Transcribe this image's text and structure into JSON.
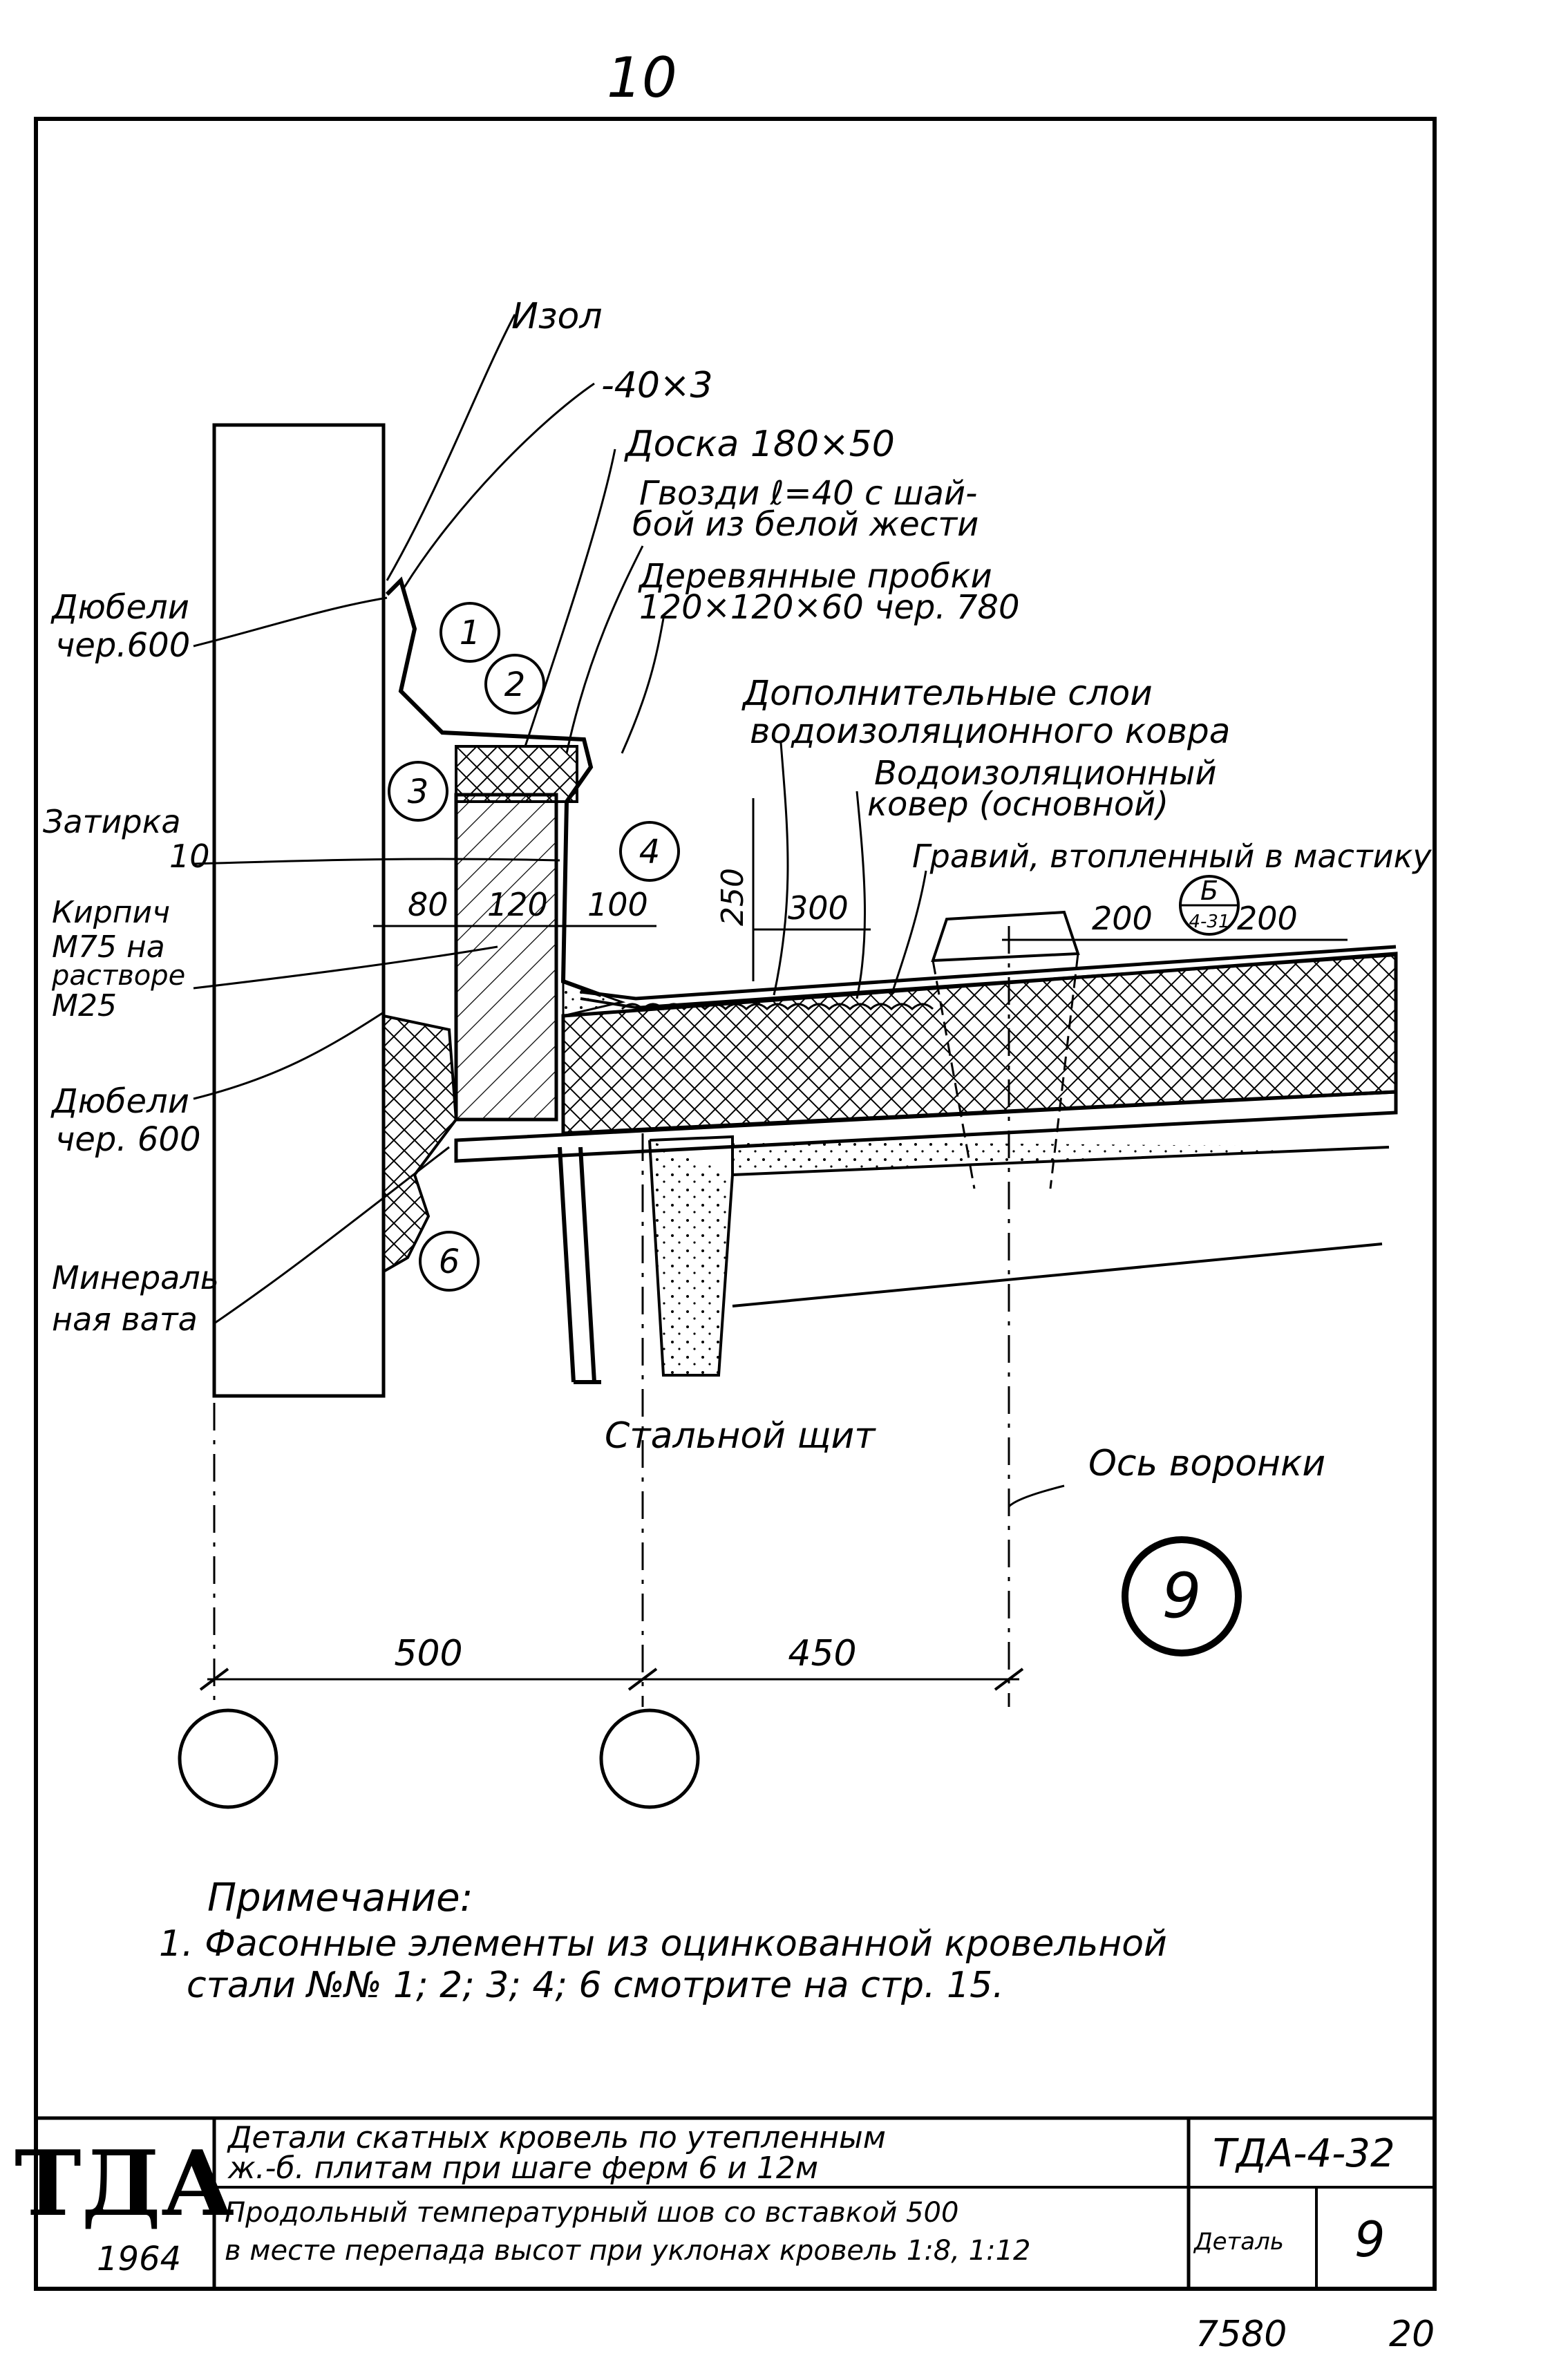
{
  "sheet": {
    "page_number": "10",
    "detail_number": "9",
    "bottom_left_code": "7580",
    "bottom_right_number": "20"
  },
  "labels": {
    "izol": "Изол",
    "strip": "-40×3",
    "board": "Доска 180×50",
    "nails_1": "Гвозди ℓ=40 с шай-",
    "nails_2": "бой из белой жести",
    "plugs_1": "Деревянные пробки",
    "plugs_2": "120×120×60 чер. 780",
    "extra_layers_1": "Дополнительные слои",
    "extra_layers_2": "водоизоляционного ковра",
    "main_carpet_1": "Водоизоляционный",
    "main_carpet_2": "ковер (основной)",
    "gravel": "Гравий, втопленный в мастику",
    "dowels_top_1": "Дюбели",
    "dowels_top_2": "чер.600",
    "plaster_1": "Затирка",
    "plaster_2": "10",
    "brick_1": "Кирпич",
    "brick_2": "М75 на",
    "brick_3": "растворе",
    "brick_4": "М25",
    "dowels_bottom_1": "Дюбели",
    "dowels_bottom_2": "чер. 600",
    "mineral_1": "Минераль",
    "mineral_2": "ная вата",
    "steel_shield": "Стальной щит",
    "funnel_axis": "Ось воронки"
  },
  "callouts": [
    "1",
    "2",
    "3",
    "4",
    "6"
  ],
  "section_mark": {
    "letter": "Б",
    "sheet": "4-31"
  },
  "dimensions": {
    "d80": "80",
    "d120": "120",
    "d100": "100",
    "d250": "250",
    "d300": "300",
    "d200a": "200",
    "d200b": "200",
    "d500": "500",
    "d450": "450"
  },
  "note": {
    "title": "Примечание:",
    "line1": "1. Фасонные элементы из оцинкованной кровельной",
    "line2": "стали №№ 1; 2; 3; 4; 6 смотрите на стр. 15."
  },
  "title_block": {
    "logo": "ТДА",
    "year": "1964",
    "title_line1": "Детали скатных кровель по утепленным",
    "title_line2": "ж.-б. плитам при шаге ферм 6 и 12м",
    "sub_line1": "Продольный температурный шов со вставкой 500",
    "sub_line2": "в месте перепада высот при уклонах кровель 1:8, 1:12",
    "doc_code": "ТДА-4-32",
    "detail_label": "Деталь",
    "detail_value": "9"
  }
}
